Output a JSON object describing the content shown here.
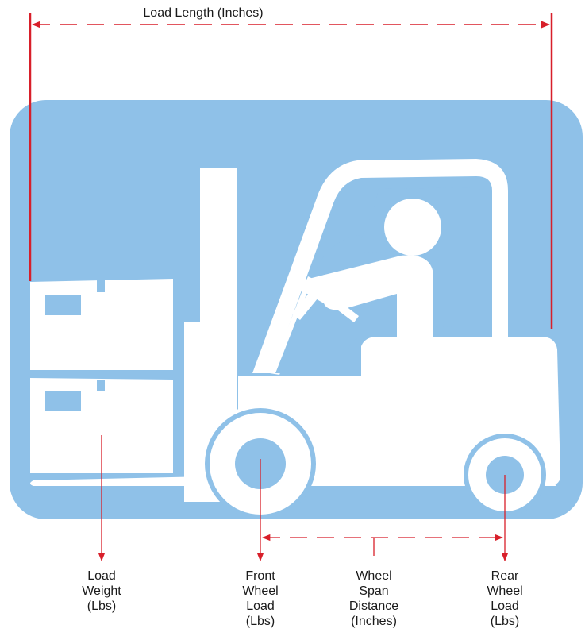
{
  "top_dimension": {
    "label": "Load Length  (Inches)"
  },
  "annotations": [
    {
      "id": "load-weight",
      "lines": [
        "Load",
        "Weight",
        "(Lbs)"
      ]
    },
    {
      "id": "front-wheel-load",
      "lines": [
        "Front",
        "Wheel",
        "Load",
        "(Lbs)"
      ]
    },
    {
      "id": "wheel-span-distance",
      "lines": [
        "Wheel",
        "Span",
        "Distance",
        "(Inches)"
      ]
    },
    {
      "id": "rear-wheel-load",
      "lines": [
        "Rear",
        "Wheel",
        "Load",
        "(Lbs)"
      ]
    }
  ],
  "colors": {
    "panel": "#8fc1e8",
    "silhouette": "#ffffff",
    "dimension_line": "#d81f2a",
    "text": "#1a1a1a"
  },
  "icons": [
    "forklift-icon",
    "box-icon",
    "operator-icon"
  ]
}
